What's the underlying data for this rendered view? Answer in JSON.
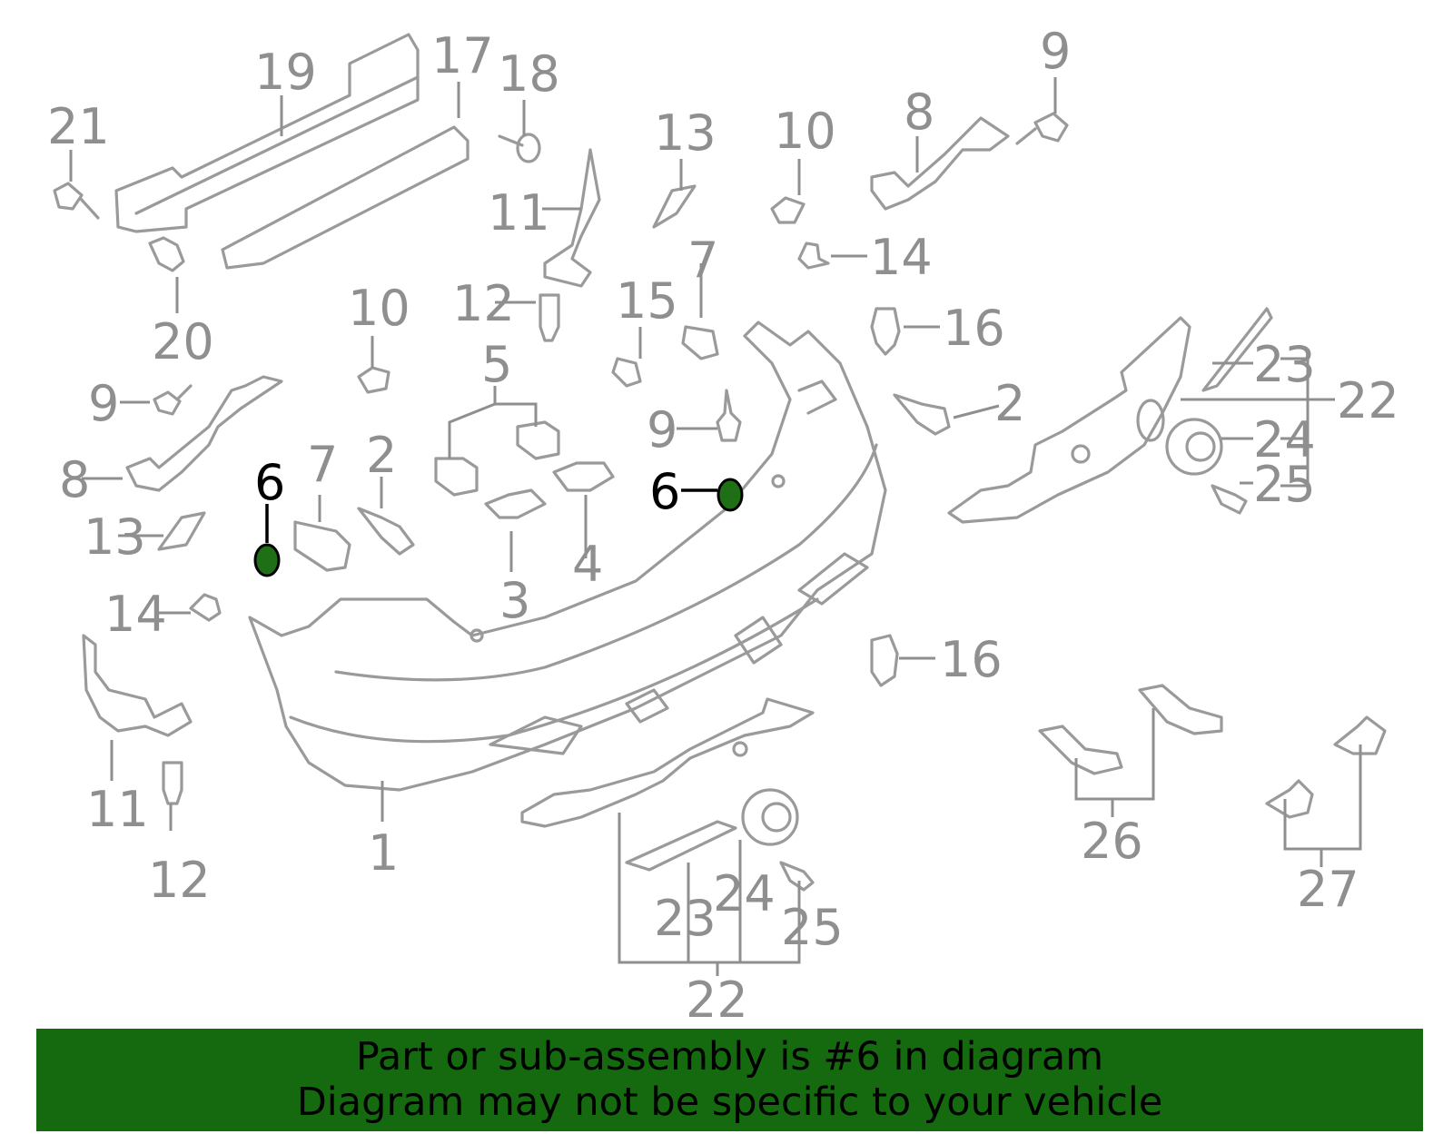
{
  "labels": {
    "c1": "1",
    "c2a": "2",
    "c2b": "2",
    "c3": "3",
    "c4": "4",
    "c5": "5",
    "c6a": "6",
    "c6b": "6",
    "c7a": "7",
    "c7b": "7",
    "c8a": "8",
    "c8b": "8",
    "c9a": "9",
    "c9b": "9",
    "c9c": "9",
    "c10a": "10",
    "c10b": "10",
    "c11a": "11",
    "c11b": "11",
    "c12a": "12",
    "c12b": "12",
    "c13a": "13",
    "c13b": "13",
    "c14a": "14",
    "c14b": "14",
    "c15": "15",
    "c16a": "16",
    "c16b": "16",
    "c17": "17",
    "c18": "18",
    "c19": "19",
    "c20": "20",
    "c21": "21",
    "c22a": "22",
    "c22b": "22",
    "c23a": "23",
    "c23b": "23",
    "c24a": "24",
    "c24b": "24",
    "c25a": "25",
    "c25b": "25",
    "c26": "26",
    "c27": "27"
  },
  "highlight": {
    "part_number": "6",
    "color": "#1f6f16"
  },
  "banner": {
    "line1": "Part or sub-assembly is #6 in diagram",
    "line2": "Diagram may not be specific to your vehicle",
    "background": "#15690f"
  }
}
